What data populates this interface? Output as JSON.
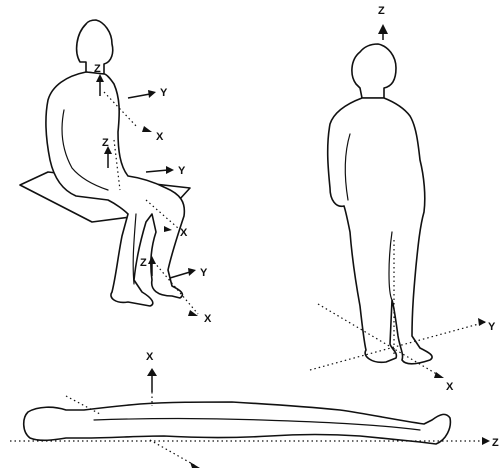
{
  "axis_labels": {
    "x": "X",
    "y": "Y",
    "z": "Z"
  },
  "figures": [
    "seated",
    "standing",
    "supine"
  ],
  "colors": {
    "line": "#111111",
    "background": "#ffffff"
  }
}
